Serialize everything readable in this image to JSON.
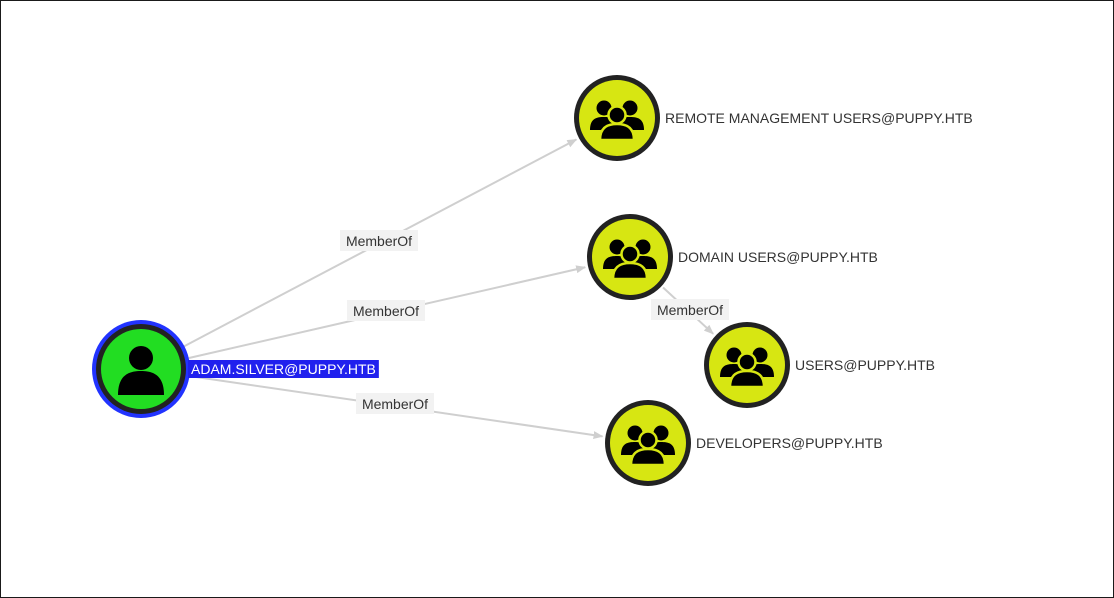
{
  "graph": {
    "nodes": [
      {
        "id": "adam",
        "type": "user",
        "label": "ADAM.SILVER@PUPPY.HTB",
        "selected": true
      },
      {
        "id": "rmu",
        "type": "group",
        "label": "REMOTE MANAGEMENT USERS@PUPPY.HTB",
        "selected": false
      },
      {
        "id": "du",
        "type": "group",
        "label": "DOMAIN USERS@PUPPY.HTB",
        "selected": false
      },
      {
        "id": "users",
        "type": "group",
        "label": "USERS@PUPPY.HTB",
        "selected": false
      },
      {
        "id": "dev",
        "type": "group",
        "label": "DEVELOPERS@PUPPY.HTB",
        "selected": false
      }
    ],
    "edges": [
      {
        "from": "adam",
        "to": "rmu",
        "label": "MemberOf"
      },
      {
        "from": "adam",
        "to": "du",
        "label": "MemberOf"
      },
      {
        "from": "adam",
        "to": "dev",
        "label": "MemberOf"
      },
      {
        "from": "du",
        "to": "users",
        "label": "MemberOf"
      }
    ],
    "icons": {
      "user": "user-icon",
      "group": "group-icon"
    },
    "colors": {
      "user_fill": "#22dd22",
      "group_fill": "#d7e612",
      "node_border": "#222222",
      "selected_ring": "#2233ff",
      "selected_label_bg": "#2020ee",
      "edge": "#cfcfcf",
      "edge_label_bg": "#f2f2f2"
    }
  }
}
